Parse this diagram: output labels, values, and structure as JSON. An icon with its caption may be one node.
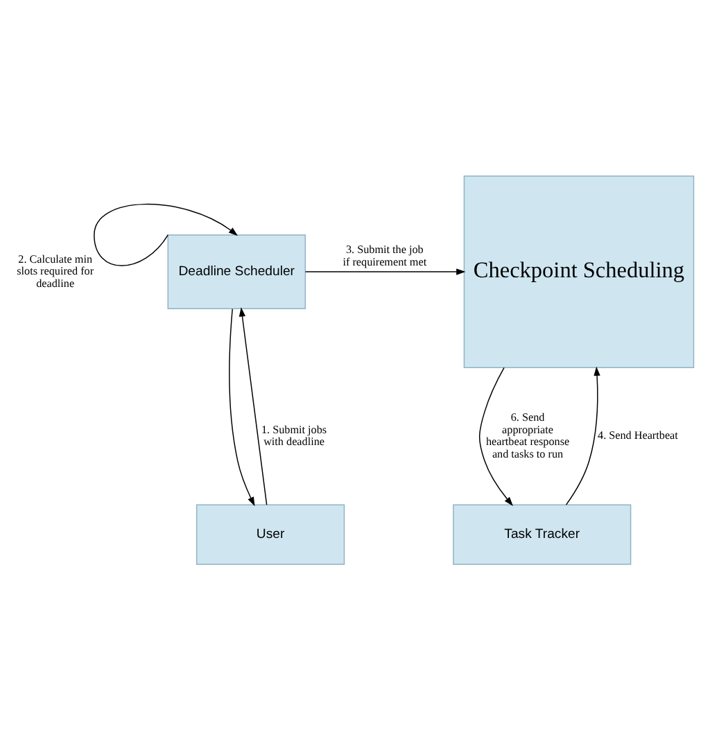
{
  "diagram": {
    "nodes": [
      {
        "text": [
          "Deadline Scheduler"
        ]
      },
      {
        "text": [
          "Checkpoint Scheduling"
        ]
      },
      {
        "text": [
          "User"
        ]
      },
      {
        "text": [
          "Task Tracker"
        ]
      }
    ],
    "edges": [
      {
        "from": 0,
        "to": 0,
        "arrow": "to",
        "label": "2. Calculate min slots required for deadline"
      },
      {
        "from": 0,
        "to": 1,
        "arrow": "to",
        "label": "3. Submit the job if requirement met"
      },
      {
        "from": 2,
        "to": 0,
        "arrow": "to",
        "label": "1. Submit jobs with deadline"
      },
      {
        "from": 0,
        "to": 2,
        "arrow": "to"
      },
      {
        "from": 3,
        "to": 1,
        "arrow": "to",
        "label": "4. Send Heartbeat"
      },
      {
        "from": 1,
        "to": 3,
        "arrow": "to",
        "label": "6. Send appropriate heartbeat response and tasks to run"
      }
    ]
  }
}
